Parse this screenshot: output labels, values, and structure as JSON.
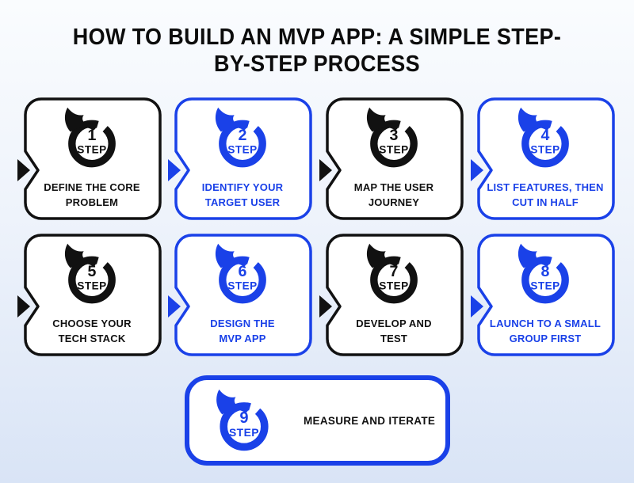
{
  "colors": {
    "accent_blue": "#1a41e8",
    "ink": "#111111",
    "card_bg": "#ffffff",
    "bg_top": "#fafcfe",
    "bg_bottom": "#d9e4f6"
  },
  "title": {
    "line1": "HOW TO BUILD AN MVP APP: A SIMPLE STEP-",
    "line2": "BY-STEP PROCESS"
  },
  "steps": [
    {
      "number": "1",
      "step_word": "STEP",
      "label": "DEFINE THE CORE\nPROBLEM",
      "theme": "black"
    },
    {
      "number": "2",
      "step_word": "STEP",
      "label": "IDENTIFY YOUR\nTARGET USER",
      "theme": "blue"
    },
    {
      "number": "3",
      "step_word": "STEP",
      "label": "MAP THE USER\nJOURNEY",
      "theme": "black"
    },
    {
      "number": "4",
      "step_word": "STEP",
      "label": "LIST FEATURES, THEN\nCUT IN HALF",
      "theme": "blue"
    },
    {
      "number": "5",
      "step_word": "STEP",
      "label": "CHOOSE YOUR\nTECH STACK",
      "theme": "black"
    },
    {
      "number": "6",
      "step_word": "STEP",
      "label": "DESIGN THE\nMVP APP",
      "theme": "blue"
    },
    {
      "number": "7",
      "step_word": "STEP",
      "label": "DEVELOP AND\nTEST",
      "theme": "black"
    },
    {
      "number": "8",
      "step_word": "STEP",
      "label": "LAUNCH TO A SMALL\nGROUP FIRST",
      "theme": "blue"
    },
    {
      "number": "9",
      "step_word": "STEP",
      "label": "MEASURE AND ITERATE",
      "theme": "blue",
      "label_theme": "black"
    }
  ]
}
